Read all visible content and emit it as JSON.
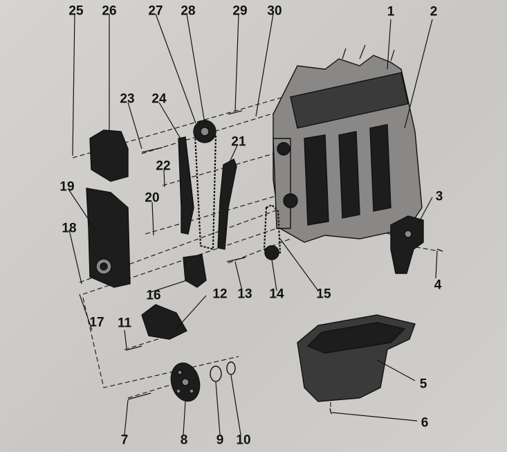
{
  "labels": {
    "l1": "1",
    "l2": "2",
    "l3": "3",
    "l4": "4",
    "l5": "5",
    "l6": "6",
    "l7": "7",
    "l8": "8",
    "l9": "9",
    "l10": "10",
    "l11": "11",
    "l12": "12",
    "l13": "13",
    "l14": "14",
    "l15": "15",
    "l16": "16",
    "l17": "17",
    "l18": "18",
    "l19": "19",
    "l20": "20",
    "l21": "21",
    "l22": "22",
    "l23": "23",
    "l24": "24",
    "l25": "25",
    "l26": "26",
    "l27": "27",
    "l28": "28",
    "l29": "29",
    "l30": "30"
  },
  "colors": {
    "ink": "#111111",
    "paper": "#cfcdca",
    "metal_dark": "#1d1d1d",
    "metal_light": "#8a8886"
  }
}
